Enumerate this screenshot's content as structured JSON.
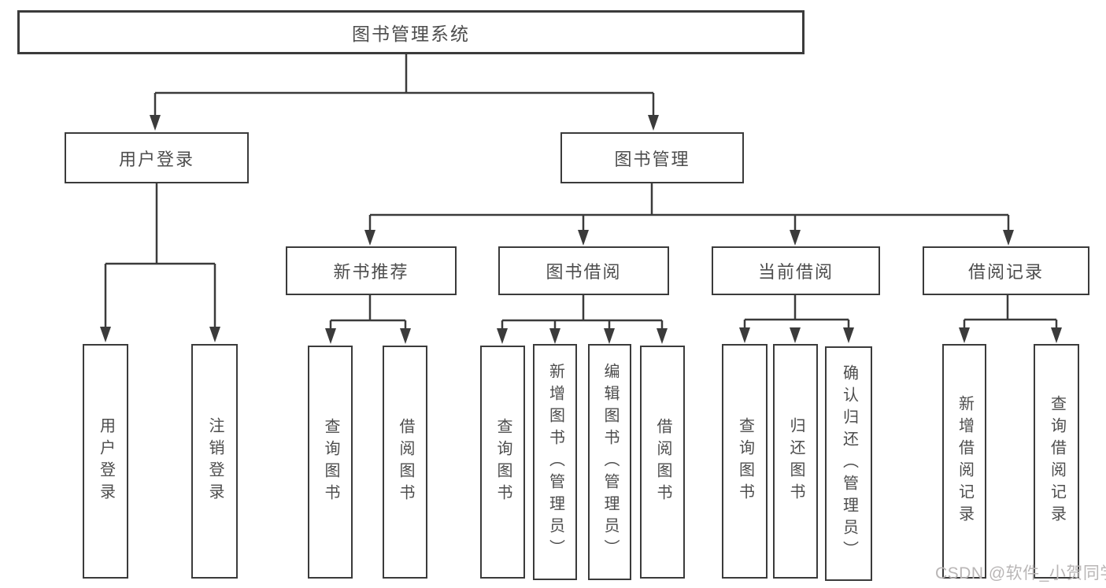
{
  "diagram": {
    "type": "hierarchy-tree",
    "root": "图书管理系统",
    "level2": {
      "user_login": "用户登录",
      "book_management": "图书管理"
    },
    "level3": {
      "new_book_recommendation": "新书推荐",
      "book_borrowing": "图书借阅",
      "current_borrowing": "当前借阅",
      "borrowing_records": "借阅记录"
    },
    "leaves": {
      "user_login": [
        "用户登录",
        "注销登录"
      ],
      "new_book_recommendation": [
        "查询图书",
        "借阅图书"
      ],
      "book_borrowing": [
        "查询图书",
        "新增图书（管理员）",
        "编辑图书（管理员）",
        "借阅图书"
      ],
      "current_borrowing": [
        "查询图书",
        "归还图书",
        "确认归还（管理员）"
      ],
      "borrowing_records": [
        "新增借阅记录",
        "查询借阅记录"
      ]
    }
  },
  "watermark": "CSDN @软件_小贺同学",
  "colors": {
    "line": "#3b3b3b",
    "text": "#4d4d4d",
    "watermark": "#b9b6b6",
    "background": "#ffffff"
  }
}
